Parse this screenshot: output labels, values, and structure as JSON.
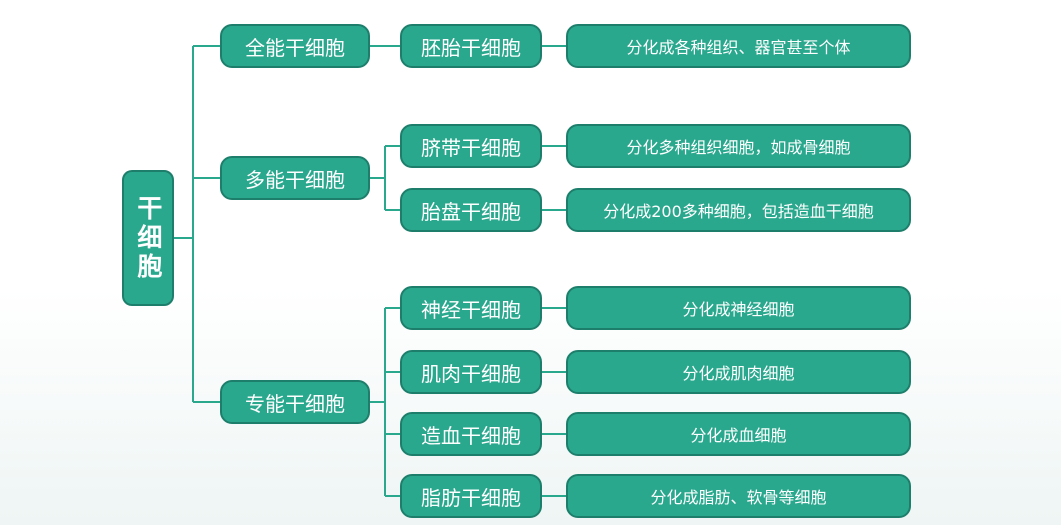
{
  "root": {
    "label": "干细胞"
  },
  "categories": [
    {
      "label": "全能干细胞"
    },
    {
      "label": "多能干细胞"
    },
    {
      "label": "专能干细胞"
    }
  ],
  "types": [
    {
      "label": "胚胎干细胞",
      "description": "分化成各种组织、器官甚至个体"
    },
    {
      "label": "脐带干细胞",
      "description": "分化多种组织细胞，如成骨细胞"
    },
    {
      "label": "胎盘干细胞",
      "description": "分化成200多种细胞，包括造血干细胞"
    },
    {
      "label": "神经干细胞",
      "description": "分化成神经细胞"
    },
    {
      "label": "肌肉干细胞",
      "description": "分化成肌肉细胞"
    },
    {
      "label": "造血干细胞",
      "description": "分化成血细胞"
    },
    {
      "label": "脂肪干细胞",
      "description": "分化成脂肪、软骨等细胞"
    }
  ],
  "colors": {
    "node_fill": "#2aa88e",
    "node_border": "#1d7f6b",
    "connector": "#2aa88e",
    "text": "#ffffff"
  }
}
